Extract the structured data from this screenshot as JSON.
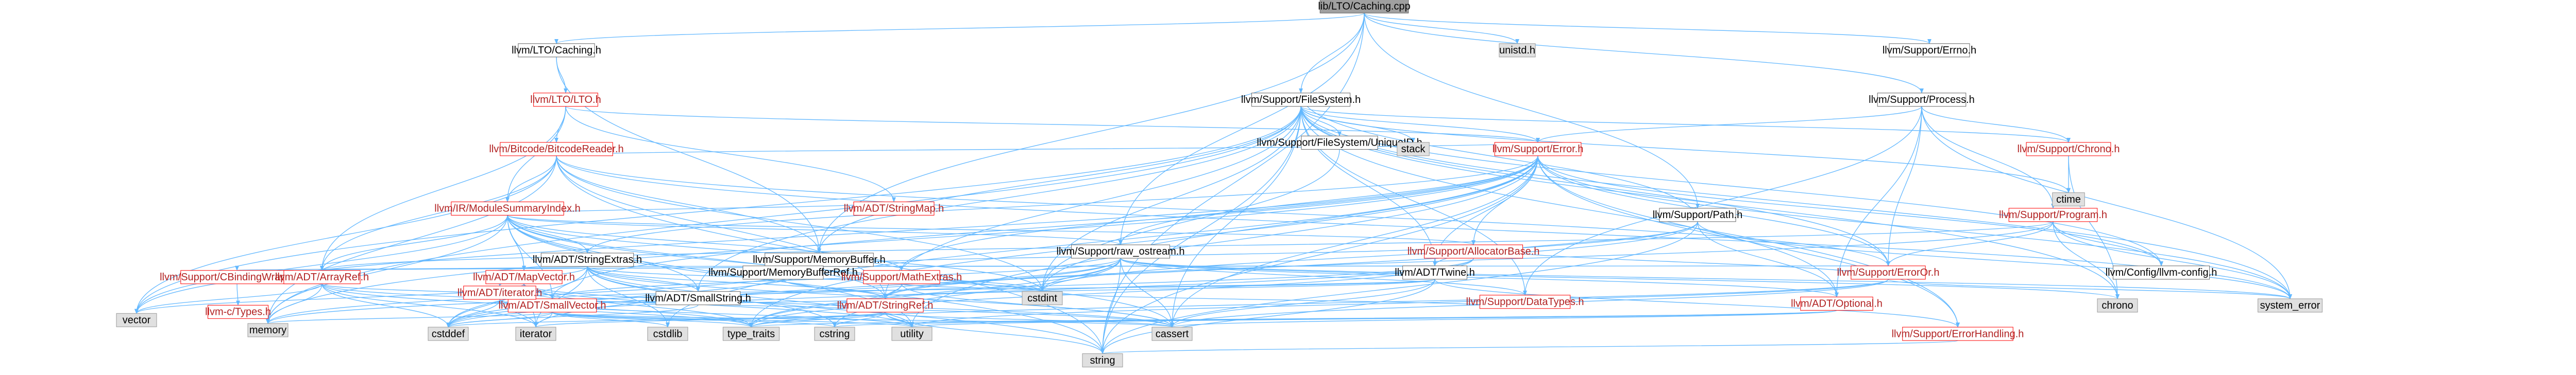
{
  "colors": {
    "root_fill": "#a0a0a0",
    "root_stroke": "#666666",
    "internal_fill": "#ffffff",
    "internal_stroke": "#666666",
    "internal_text": "#000000",
    "missing_stroke": "#ff0000",
    "missing_text": "#b22222",
    "system_fill": "#e0e0e0",
    "system_stroke": "#999999",
    "edge_color": "#63b8ff",
    "edge_color_dark": "#3a6fb0"
  },
  "nodes": [
    {
      "id": "root",
      "label": "lib/LTO/Caching.cpp",
      "kind": "root"
    },
    {
      "id": "lto_caching",
      "label": "llvm/LTO/Caching.h",
      "kind": "internal"
    },
    {
      "id": "unistd",
      "label": "unistd.h",
      "kind": "system"
    },
    {
      "id": "errno",
      "label": "llvm/Support/Errno.h",
      "kind": "internal"
    },
    {
      "id": "process",
      "label": "llvm/Support/Process.h",
      "kind": "internal"
    },
    {
      "id": "lto",
      "label": "llvm/LTO/LTO.h",
      "kind": "missing"
    },
    {
      "id": "filesystem",
      "label": "llvm/Support/FileSystem.h",
      "kind": "internal"
    },
    {
      "id": "bitcode_reader",
      "label": "llvm/Bitcode/BitcodeReader.h",
      "kind": "missing"
    },
    {
      "id": "module_summary",
      "label": "llvm/IR/ModuleSummaryIndex.h",
      "kind": "missing"
    },
    {
      "id": "fs_uniqueid",
      "label": "llvm/Support/FileSystem/UniqueID.h",
      "kind": "internal"
    },
    {
      "id": "stack",
      "label": "stack",
      "kind": "system"
    },
    {
      "id": "support_error",
      "label": "llvm/Support/Error.h",
      "kind": "missing"
    },
    {
      "id": "chrono_h",
      "label": "llvm/Support/Chrono.h",
      "kind": "missing"
    },
    {
      "id": "ctime",
      "label": "ctime",
      "kind": "system"
    },
    {
      "id": "string_extras",
      "label": "llvm/ADT/StringExtras.h",
      "kind": "internal"
    },
    {
      "id": "memory_buffer",
      "label": "llvm/Support/MemoryBuffer.h",
      "kind": "internal"
    },
    {
      "id": "string_map",
      "label": "llvm/ADT/StringMap.h",
      "kind": "missing"
    },
    {
      "id": "support_path",
      "label": "llvm/Support/Path.h",
      "kind": "internal"
    },
    {
      "id": "program",
      "label": "llvm/Support/Program.h",
      "kind": "missing"
    },
    {
      "id": "cbinding",
      "label": "llvm/Support/CBindingWrapping.h",
      "kind": "missing"
    },
    {
      "id": "array_ref",
      "label": "llvm/ADT/ArrayRef.h",
      "kind": "missing"
    },
    {
      "id": "map_vector",
      "label": "llvm/ADT/MapVector.h",
      "kind": "missing"
    },
    {
      "id": "memory_buffer_ref",
      "label": "llvm/Support/MemoryBufferRef.h",
      "kind": "internal"
    },
    {
      "id": "small_string",
      "label": "llvm/ADT/SmallString.h",
      "kind": "internal"
    },
    {
      "id": "raw_ostream",
      "label": "llvm/Support/raw_ostream.h",
      "kind": "internal"
    },
    {
      "id": "mathextras",
      "label": "llvm/Support/MathExtras.h",
      "kind": "missing"
    },
    {
      "id": "twine",
      "label": "llvm/ADT/Twine.h",
      "kind": "internal"
    },
    {
      "id": "alloc_base",
      "label": "llvm/Support/AllocatorBase.h",
      "kind": "missing"
    },
    {
      "id": "error_or",
      "label": "llvm/Support/ErrorOr.h",
      "kind": "missing"
    },
    {
      "id": "llvm_config",
      "label": "llvm/Config/llvm-config.h",
      "kind": "internal"
    },
    {
      "id": "ctypes",
      "label": "llvm-c/Types.h",
      "kind": "missing"
    },
    {
      "id": "vector",
      "label": "vector",
      "kind": "system"
    },
    {
      "id": "small_vector",
      "label": "llvm/ADT/SmallVector.h",
      "kind": "missing"
    },
    {
      "id": "adt_iterator",
      "label": "llvm/ADT/iterator.h",
      "kind": "missing"
    },
    {
      "id": "string_ref",
      "label": "llvm/ADT/StringRef.h",
      "kind": "missing"
    },
    {
      "id": "data_types",
      "label": "llvm/Support/DataTypes.h",
      "kind": "missing"
    },
    {
      "id": "optional",
      "label": "llvm/ADT/Optional.h",
      "kind": "missing"
    },
    {
      "id": "cstdint",
      "label": "cstdint",
      "kind": "system"
    },
    {
      "id": "chrono",
      "label": "chrono",
      "kind": "system"
    },
    {
      "id": "system_error",
      "label": "system_error",
      "kind": "system"
    },
    {
      "id": "memory",
      "label": "memory",
      "kind": "system"
    },
    {
      "id": "cstddef",
      "label": "cstddef",
      "kind": "system"
    },
    {
      "id": "iterator",
      "label": "iterator",
      "kind": "system"
    },
    {
      "id": "cstdlib",
      "label": "cstdlib",
      "kind": "system"
    },
    {
      "id": "type_traits",
      "label": "type_traits",
      "kind": "system"
    },
    {
      "id": "cstring",
      "label": "cstring",
      "kind": "system"
    },
    {
      "id": "utility",
      "label": "utility",
      "kind": "system"
    },
    {
      "id": "cassert",
      "label": "cassert",
      "kind": "system"
    },
    {
      "id": "error_handling",
      "label": "llvm/Support/ErrorHandling.h",
      "kind": "missing"
    },
    {
      "id": "string",
      "label": "string",
      "kind": "system"
    }
  ],
  "edges": [
    [
      "root",
      "lto_caching"
    ],
    [
      "root",
      "unistd"
    ],
    [
      "root",
      "errno"
    ],
    [
      "root",
      "process"
    ],
    [
      "root",
      "filesystem"
    ],
    [
      "root",
      "memory_buffer"
    ],
    [
      "root",
      "support_path"
    ],
    [
      "root",
      "raw_ostream"
    ],
    [
      "root",
      "string"
    ],
    [
      "lto_caching",
      "lto"
    ],
    [
      "lto_caching",
      "memory_buffer"
    ],
    [
      "lto",
      "bitcode_reader"
    ],
    [
      "lto",
      "module_summary"
    ],
    [
      "lto",
      "string_map"
    ],
    [
      "lto",
      "array_ref"
    ],
    [
      "lto",
      "support_error"
    ],
    [
      "bitcode_reader",
      "module_summary"
    ],
    [
      "bitcode_reader",
      "array_ref"
    ],
    [
      "bitcode_reader",
      "string_ref"
    ],
    [
      "bitcode_reader",
      "support_error"
    ],
    [
      "bitcode_reader",
      "memory_buffer"
    ],
    [
      "bitcode_reader",
      "cstdint"
    ],
    [
      "bitcode_reader",
      "memory"
    ],
    [
      "bitcode_reader",
      "string"
    ],
    [
      "bitcode_reader",
      "vector"
    ],
    [
      "bitcode_reader",
      "system_error"
    ],
    [
      "bitcode_reader",
      "error_or"
    ],
    [
      "module_summary",
      "array_ref"
    ],
    [
      "module_summary",
      "map_vector"
    ],
    [
      "module_summary",
      "small_string"
    ],
    [
      "module_summary",
      "string_extras"
    ],
    [
      "module_summary",
      "string_map"
    ],
    [
      "module_summary",
      "string_ref"
    ],
    [
      "module_summary",
      "small_vector"
    ],
    [
      "module_summary",
      "mathextras"
    ],
    [
      "module_summary",
      "raw_ostream"
    ],
    [
      "module_summary",
      "cassert"
    ],
    [
      "module_summary",
      "cstdint"
    ],
    [
      "module_summary",
      "map_vector"
    ],
    [
      "module_summary",
      "memory"
    ],
    [
      "module_summary",
      "string"
    ],
    [
      "module_summary",
      "utility"
    ],
    [
      "module_summary",
      "vector"
    ],
    [
      "module_summary",
      "alloc_base"
    ],
    [
      "filesystem",
      "fs_uniqueid"
    ],
    [
      "filesystem",
      "stack"
    ],
    [
      "filesystem",
      "support_error"
    ],
    [
      "filesystem",
      "chrono_h"
    ],
    [
      "filesystem",
      "ctime"
    ],
    [
      "filesystem",
      "small_string"
    ],
    [
      "filesystem",
      "string_ref"
    ],
    [
      "filesystem",
      "twine"
    ],
    [
      "filesystem",
      "data_types"
    ],
    [
      "filesystem",
      "error_handling"
    ],
    [
      "filesystem",
      "error_or"
    ],
    [
      "filesystem",
      "memory_buffer"
    ],
    [
      "filesystem",
      "llvm_config"
    ],
    [
      "filesystem",
      "cassert"
    ],
    [
      "filesystem",
      "cstdint"
    ],
    [
      "filesystem",
      "memory"
    ],
    [
      "filesystem",
      "string"
    ],
    [
      "filesystem",
      "system_error"
    ],
    [
      "filesystem",
      "vector"
    ],
    [
      "filesystem",
      "chrono"
    ],
    [
      "fs_uniqueid",
      "cstdint"
    ],
    [
      "support_error",
      "llvm_config"
    ],
    [
      "support_error",
      "string_extras"
    ],
    [
      "support_error",
      "twine"
    ],
    [
      "support_error",
      "alloc_base"
    ],
    [
      "support_error",
      "error_or"
    ],
    [
      "support_error",
      "raw_ostream"
    ],
    [
      "support_error",
      "error_handling"
    ],
    [
      "support_error",
      "cassert"
    ],
    [
      "support_error",
      "cstdint"
    ],
    [
      "support_error",
      "cstdlib"
    ],
    [
      "support_error",
      "memory"
    ],
    [
      "support_error",
      "string"
    ],
    [
      "support_error",
      "system_error"
    ],
    [
      "support_error",
      "type_traits"
    ],
    [
      "support_error",
      "utility"
    ],
    [
      "support_error",
      "vector"
    ],
    [
      "support_error",
      "mathextras"
    ],
    [
      "support_error",
      "small_vector"
    ],
    [
      "support_error",
      "optional"
    ],
    [
      "chrono_h",
      "chrono"
    ],
    [
      "chrono_h",
      "ctime"
    ],
    [
      "process",
      "chrono_h"
    ],
    [
      "process",
      "program"
    ],
    [
      "process",
      "optional"
    ],
    [
      "process",
      "data_types"
    ],
    [
      "process",
      "error_or"
    ],
    [
      "process",
      "system_error"
    ],
    [
      "process",
      "support_error"
    ],
    [
      "program",
      "llvm_config"
    ],
    [
      "program",
      "error_or"
    ],
    [
      "program",
      "chrono"
    ],
    [
      "program",
      "system_error"
    ],
    [
      "program",
      "array_ref"
    ],
    [
      "program",
      "string_ref"
    ],
    [
      "string_extras",
      "array_ref"
    ],
    [
      "string_extras",
      "small_string"
    ],
    [
      "string_extras",
      "string_ref"
    ],
    [
      "string_extras",
      "twine"
    ],
    [
      "string_extras",
      "cassert"
    ],
    [
      "string_extras",
      "cstddef"
    ],
    [
      "string_extras",
      "cstdint"
    ],
    [
      "string_extras",
      "cstdlib"
    ],
    [
      "string_extras",
      "cstring"
    ],
    [
      "string_extras",
      "iterator"
    ],
    [
      "string_extras",
      "string"
    ],
    [
      "string_extras",
      "utility"
    ],
    [
      "string_extras",
      "adt_iterator"
    ],
    [
      "memory_buffer",
      "cbinding"
    ],
    [
      "memory_buffer",
      "array_ref"
    ],
    [
      "memory_buffer",
      "twine"
    ],
    [
      "memory_buffer",
      "memory_buffer_ref"
    ],
    [
      "memory_buffer",
      "alloc_base"
    ],
    [
      "memory_buffer",
      "cstddef"
    ],
    [
      "memory_buffer",
      "cstdint"
    ],
    [
      "memory_buffer",
      "memory"
    ],
    [
      "memory_buffer",
      "error_or"
    ],
    [
      "cbinding",
      "ctypes"
    ],
    [
      "array_ref",
      "small_vector"
    ],
    [
      "array_ref",
      "cassert"
    ],
    [
      "array_ref",
      "cstddef"
    ],
    [
      "array_ref",
      "memory"
    ],
    [
      "array_ref",
      "iterator"
    ],
    [
      "array_ref",
      "type_traits"
    ],
    [
      "array_ref",
      "vector"
    ],
    [
      "map_vector",
      "small_vector"
    ],
    [
      "map_vector",
      "cassert"
    ],
    [
      "map_vector",
      "cstddef"
    ],
    [
      "map_vector",
      "iterator"
    ],
    [
      "map_vector",
      "type_traits"
    ],
    [
      "map_vector",
      "utility"
    ],
    [
      "map_vector",
      "vector"
    ],
    [
      "memory_buffer_ref",
      "string_ref"
    ],
    [
      "small_string",
      "small_vector"
    ],
    [
      "small_string",
      "string_ref"
    ],
    [
      "small_string",
      "cstddef"
    ],
    [
      "raw_ostream",
      "small_vector"
    ],
    [
      "raw_ostream",
      "string_ref"
    ],
    [
      "raw_ostream",
      "data_types"
    ],
    [
      "raw_ostream",
      "cassert"
    ],
    [
      "raw_ostream",
      "chrono"
    ],
    [
      "raw_ostream",
      "cstddef"
    ],
    [
      "raw_ostream",
      "cstdint"
    ],
    [
      "raw_ostream",
      "cstring"
    ],
    [
      "raw_ostream",
      "string"
    ],
    [
      "raw_ostream",
      "system_error"
    ],
    [
      "raw_ostream",
      "type_traits"
    ],
    [
      "raw_ostream",
      "optional"
    ],
    [
      "mathextras",
      "cstdint"
    ],
    [
      "mathextras",
      "string_ref"
    ],
    [
      "mathextras",
      "type_traits"
    ],
    [
      "mathextras",
      "cassert"
    ],
    [
      "support_path",
      "twine"
    ],
    [
      "support_path",
      "filesystem"
    ],
    [
      "support_path",
      "iterator"
    ],
    [
      "support_path",
      "cstdint"
    ],
    [
      "support_path",
      "system_error"
    ],
    [
      "support_path",
      "optional"
    ],
    [
      "support_path",
      "string"
    ],
    [
      "twine",
      "small_vector"
    ],
    [
      "twine",
      "string_ref"
    ],
    [
      "twine",
      "error_handling"
    ],
    [
      "twine",
      "cassert"
    ],
    [
      "twine",
      "cstdint"
    ],
    [
      "twine",
      "string"
    ],
    [
      "alloc_base",
      "cstddef"
    ],
    [
      "alloc_base",
      "type_traits"
    ],
    [
      "alloc_base",
      "memory"
    ],
    [
      "error_or",
      "alloc_base"
    ],
    [
      "error_or",
      "cassert"
    ],
    [
      "error_or",
      "system_error"
    ],
    [
      "error_or",
      "type_traits"
    ],
    [
      "error_or",
      "utility"
    ],
    [
      "small_vector",
      "cassert"
    ],
    [
      "small_vector",
      "cstddef"
    ],
    [
      "small_vector",
      "cstdlib"
    ],
    [
      "small_vector",
      "cstring"
    ],
    [
      "small_vector",
      "iterator"
    ],
    [
      "small_vector",
      "memory"
    ],
    [
      "small_vector",
      "type_traits"
    ],
    [
      "small_vector",
      "utility"
    ],
    [
      "small_vector",
      "adt_iterator"
    ],
    [
      "adt_iterator",
      "cstddef"
    ],
    [
      "adt_iterator",
      "iterator"
    ],
    [
      "adt_iterator",
      "type_traits"
    ],
    [
      "adt_iterator",
      "utility"
    ],
    [
      "string_ref",
      "cassert"
    ],
    [
      "string_ref",
      "cstddef"
    ],
    [
      "string_ref",
      "cstring"
    ],
    [
      "string_ref",
      "iterator"
    ],
    [
      "string_ref",
      "string"
    ],
    [
      "string_ref",
      "type_traits"
    ],
    [
      "string_ref",
      "utility"
    ],
    [
      "data_types",
      "cstdint"
    ],
    [
      "optional",
      "cassert"
    ],
    [
      "optional",
      "type_traits"
    ],
    [
      "optional",
      "utility"
    ],
    [
      "optional",
      "cstring"
    ],
    [
      "error_handling",
      "string"
    ]
  ]
}
